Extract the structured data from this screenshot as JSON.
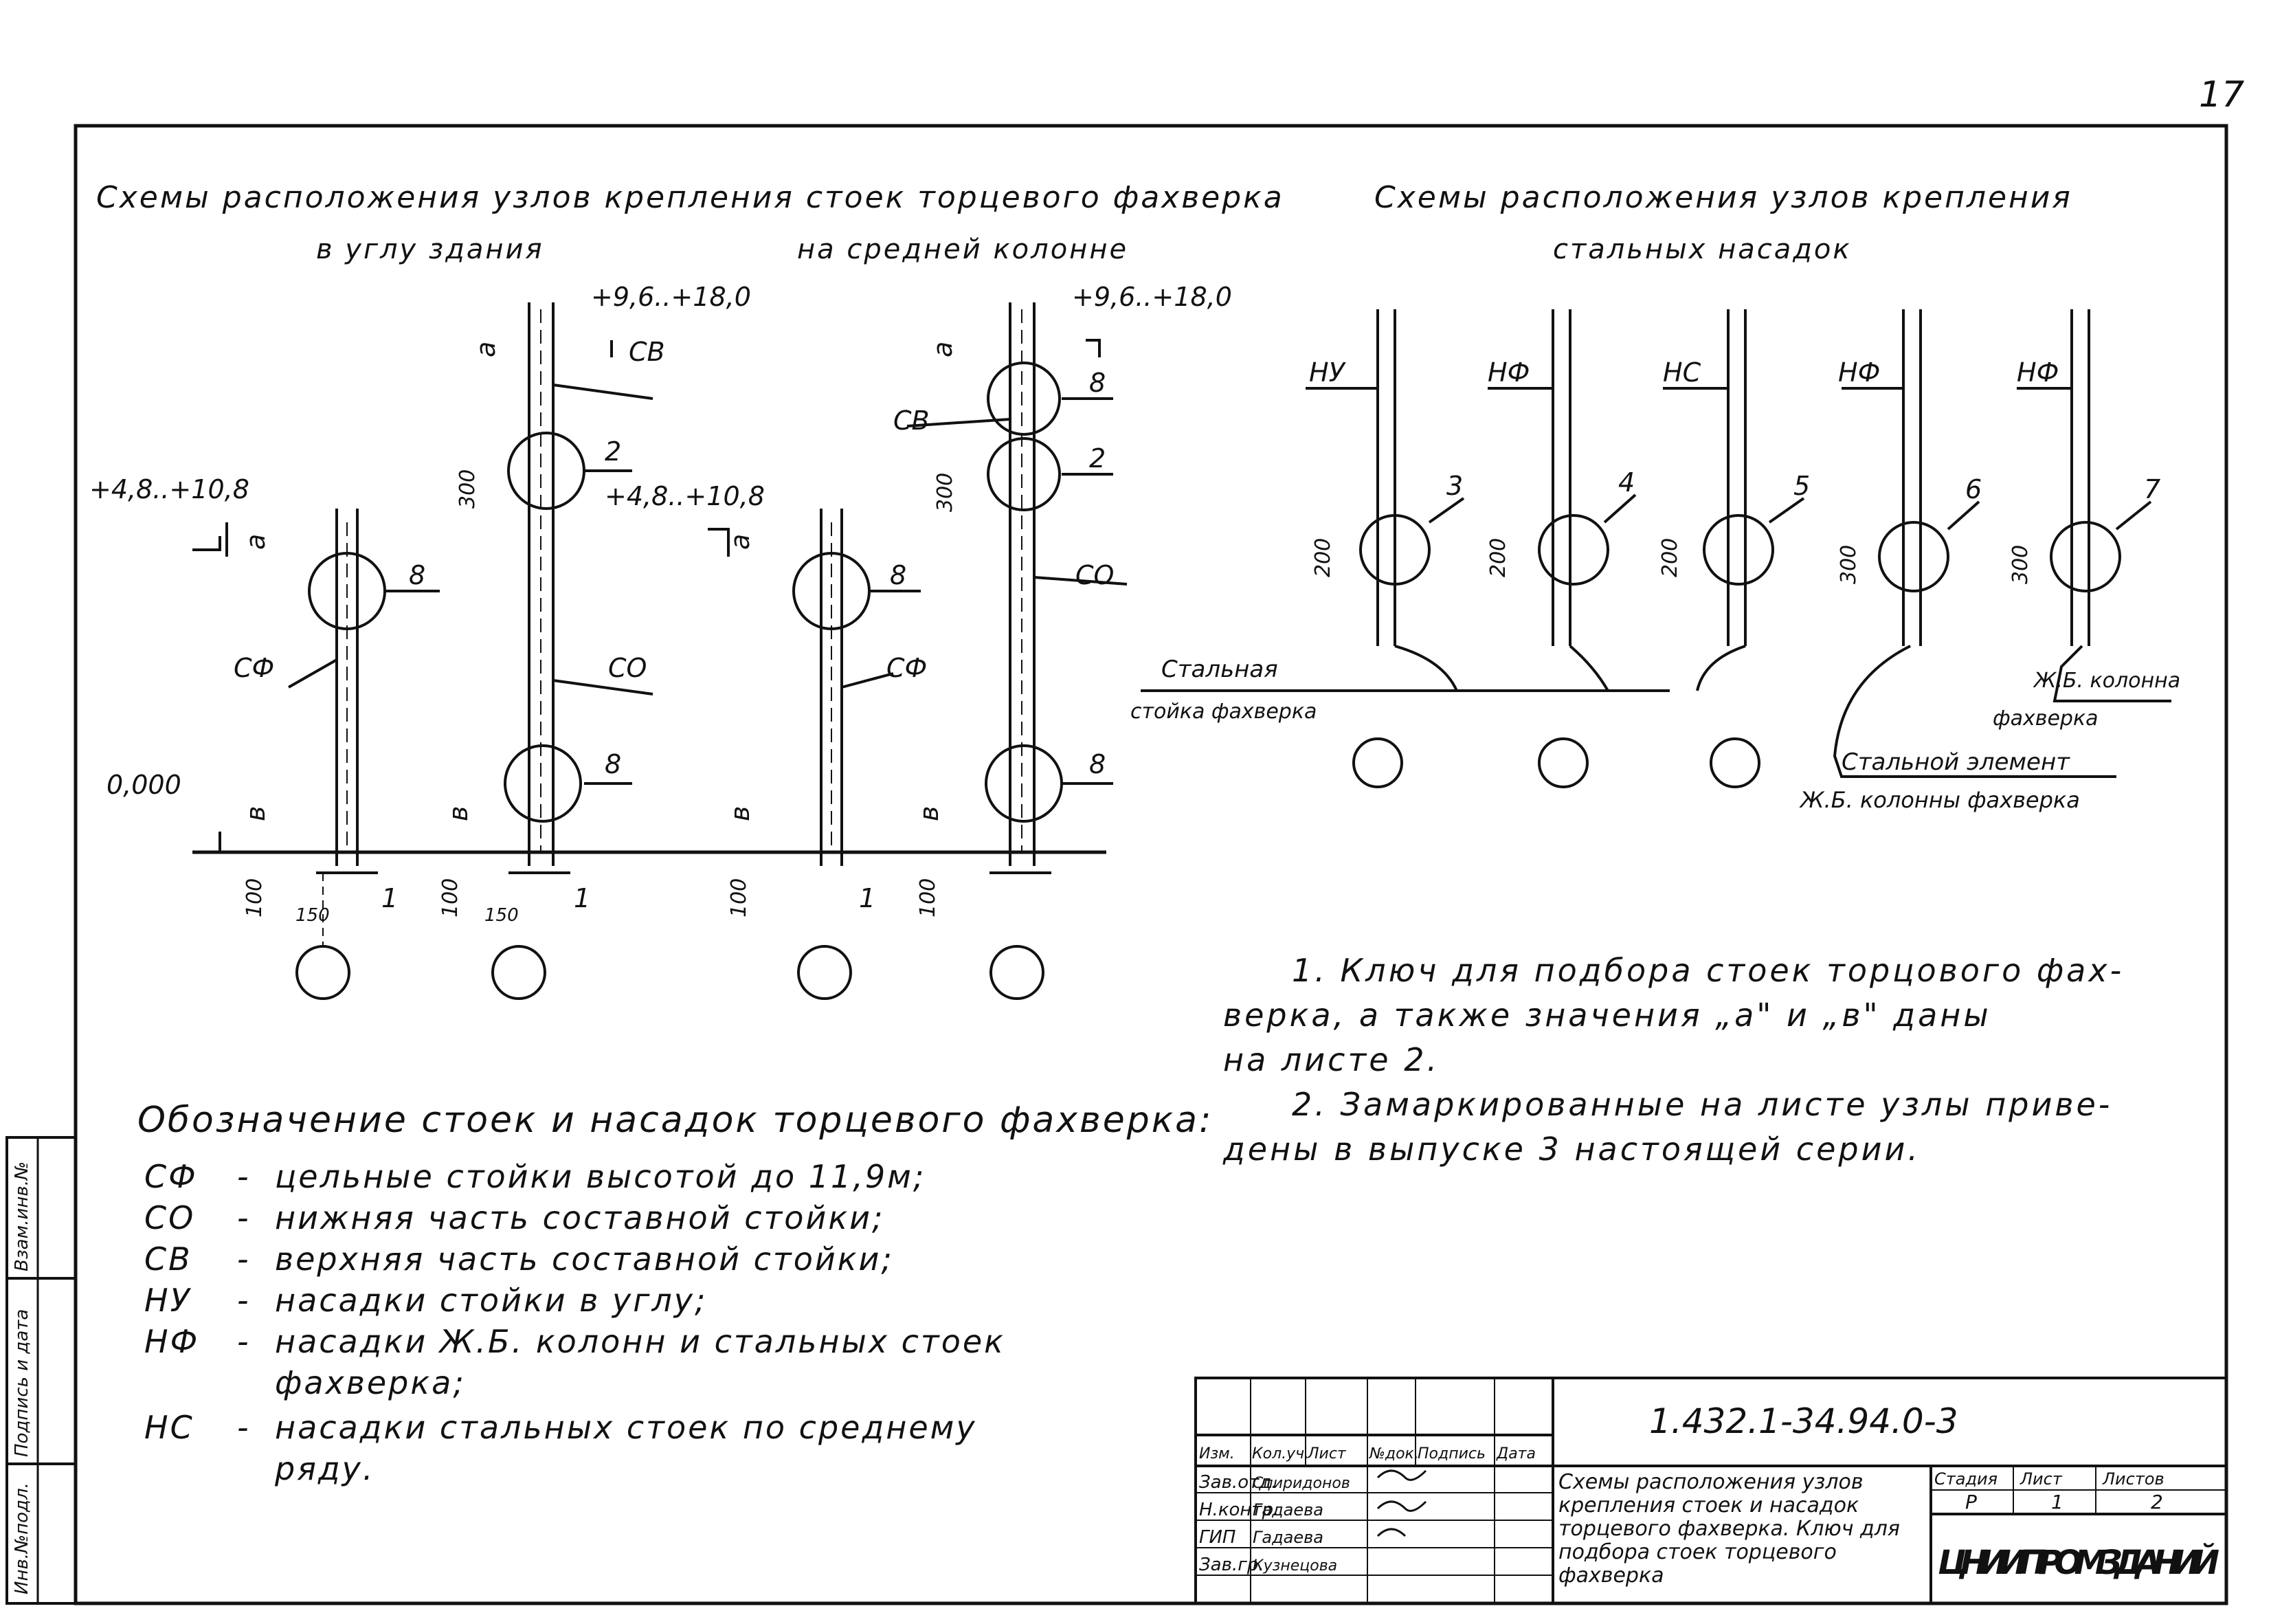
{
  "page_number": "17",
  "titles": {
    "left_main": "Схемы расположения узлов крепления стоек торцевого фахверка",
    "left_sub_1": "в углу здания",
    "left_sub_2": "на средней колонне",
    "right_main": "Схемы расположения узлов крепления",
    "right_sub": "стальных насадок"
  },
  "elevations": {
    "low": "+4,8..+10,8",
    "low_mid": "+4,8..+10,8",
    "high": "+9,6..+18,0",
    "high_mid": "+9,6..+18,0",
    "zero": "0,000"
  },
  "dims": {
    "a": "а",
    "b": "в",
    "d100": "100",
    "d150": "150",
    "d300": "300",
    "d200": "200"
  },
  "members": {
    "sf": "СФ",
    "so": "СО",
    "sv": "СВ",
    "nu": "НУ",
    "nf": "НФ",
    "nc": "НС"
  },
  "node_numbers": [
    "1",
    "2",
    "3",
    "4",
    "5",
    "6",
    "7",
    "8"
  ],
  "right_labels": {
    "steel_post_1": "Стальная",
    "steel_post_2": "стойка фахверка",
    "rc_column_1": "Ж.Б. колонна",
    "rc_column_2": "фахверка",
    "steel_elem_1": "Стальной элемент",
    "steel_elem_2": "Ж.Б. колонны фахверка"
  },
  "legend": {
    "title": "Обозначение стоек и насадок торцевого фахверка:",
    "items": [
      {
        "code": "СФ",
        "dash": "-",
        "text": "цельные стойки высотой до 11,9м;"
      },
      {
        "code": "СО",
        "dash": "-",
        "text": "нижняя часть составной стойки;"
      },
      {
        "code": "СВ",
        "dash": "-",
        "text": "верхняя часть составной стойки;"
      },
      {
        "code": "НУ",
        "dash": "-",
        "text": "насадки стойки в углу;"
      },
      {
        "code": "НФ",
        "dash": "-",
        "text": "насадки Ж.Б. колонн и стальных стоек",
        "cont": "фахверка;"
      },
      {
        "code": "НС",
        "dash": "-",
        "text": "насадки стальных стоек по среднему",
        "cont": "ряду."
      }
    ]
  },
  "notes": [
    "1. Ключ для подбора стоек торцового фах-",
    "верка, а также значения „а\" и „в\" даны",
    "на листе 2.",
    "2. Замаркированные на листе узлы приве-",
    "дены в выпуске 3 настоящей серии."
  ],
  "side_stamp": {
    "inv_podl": "Инв.№подл.",
    "podp_data": "Подпись и дата",
    "vzam": "Взам.инв.№"
  },
  "title_block": {
    "doc_code": "1.432.1-34.94.0-3",
    "header_cols": [
      "Изм.",
      "Кол.уч.",
      "Лист",
      "№док.",
      "Подпись",
      "Дата"
    ],
    "roles": [
      "Зав.отд.",
      "Н.контр.",
      "ГИП",
      "Зав.гр."
    ],
    "names": [
      "Спиридонов",
      "Гадаева",
      "Гадаева",
      "Кузнецова"
    ],
    "sheet_title": "Схемы расположения узлов крепления стоек и насадок торцевого фахверка. Ключ для подбора стоек торцевого фахверка",
    "stage_label": "Стадия",
    "sheet_label": "Лист",
    "sheets_label": "Листов",
    "stage": "Р",
    "sheet": "1",
    "sheets": "2",
    "org": "ЦНИИПРОМЗДАНИЙ"
  }
}
